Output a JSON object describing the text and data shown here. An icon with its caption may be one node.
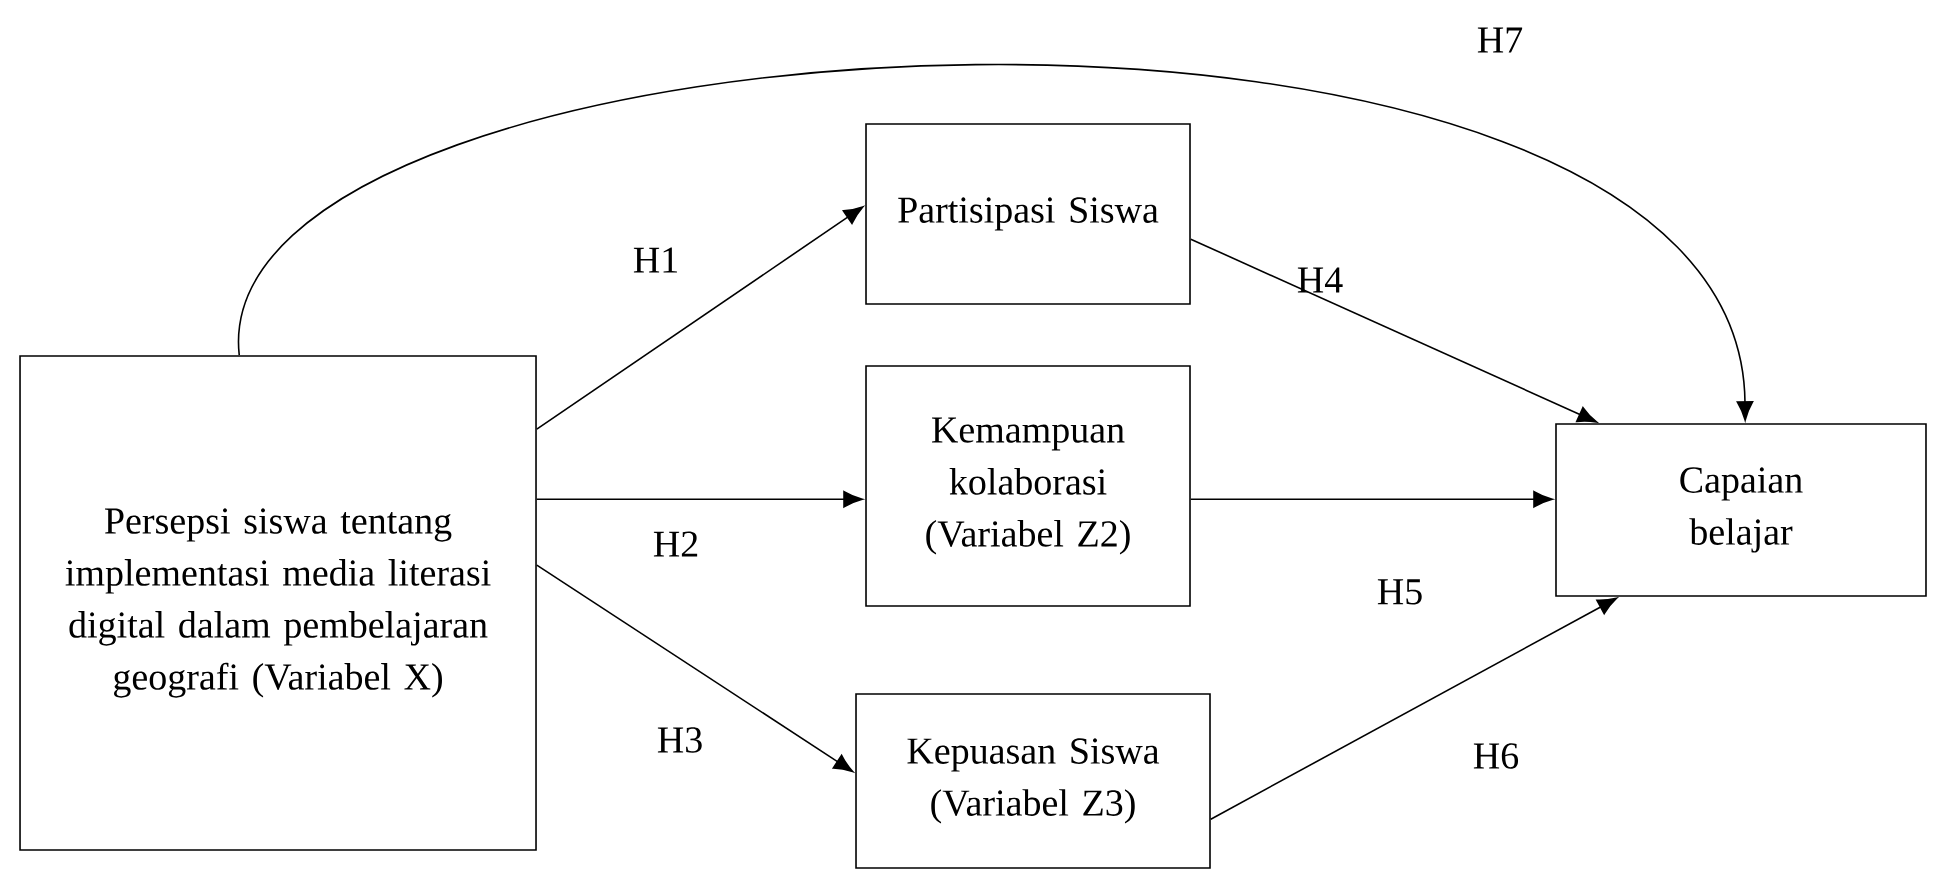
{
  "diagram": {
    "nodes": [
      {
        "text": [
          "Persepsi siswa tentang implementasi media literasi digital dalam pembelajaran geografi (Variabel X)"
        ]
      },
      {
        "text": [
          "Partisipasi Siswa"
        ]
      },
      {
        "text": [
          "Kemampuan kolaborasi (Variabel Z2)"
        ]
      },
      {
        "text": [
          "Kepuasan Siswa (Variabel Z3)"
        ]
      },
      {
        "text": [
          "Capaian belajar"
        ]
      }
    ],
    "edges": [
      {
        "from": 0,
        "to": 1,
        "arrow": "to",
        "label": "H1"
      },
      {
        "from": 0,
        "to": 2,
        "arrow": "to",
        "label": "H2"
      },
      {
        "from": 0,
        "to": 3,
        "arrow": "to",
        "label": "H3"
      },
      {
        "from": 1,
        "to": 4,
        "arrow": "to",
        "label": "H4"
      },
      {
        "from": 2,
        "to": 4,
        "arrow": "to",
        "label": "H5"
      },
      {
        "from": 3,
        "to": 4,
        "arrow": "to",
        "label": "H6"
      },
      {
        "from": 0,
        "to": 4,
        "arrow": "to",
        "label": "H7"
      }
    ]
  }
}
